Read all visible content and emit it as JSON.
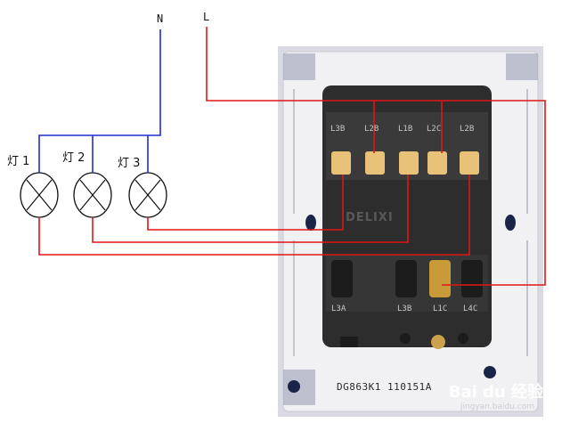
{
  "labels": {
    "neutral": "N",
    "live": "L"
  },
  "lamps": [
    {
      "label": "灯 1"
    },
    {
      "label": "灯 2"
    },
    {
      "label": "灯 3"
    }
  ],
  "switch": {
    "brand": "DELIXI",
    "model": "DG863K1  110151A",
    "terminals_top": [
      "L3B",
      "L2B",
      "L1B",
      "L2C",
      "L2B"
    ],
    "terminals_bottom": [
      "L3A",
      "L3B",
      "L1C",
      "L4C"
    ]
  },
  "watermark": {
    "main": "Bai du 经验",
    "sub": "jingyan.baidu.com"
  },
  "colors": {
    "neutral_wire": "#1f2bd6",
    "live_wire": "#e01616",
    "plate": "#e9e9ec",
    "module": "#2b2b2b"
  }
}
